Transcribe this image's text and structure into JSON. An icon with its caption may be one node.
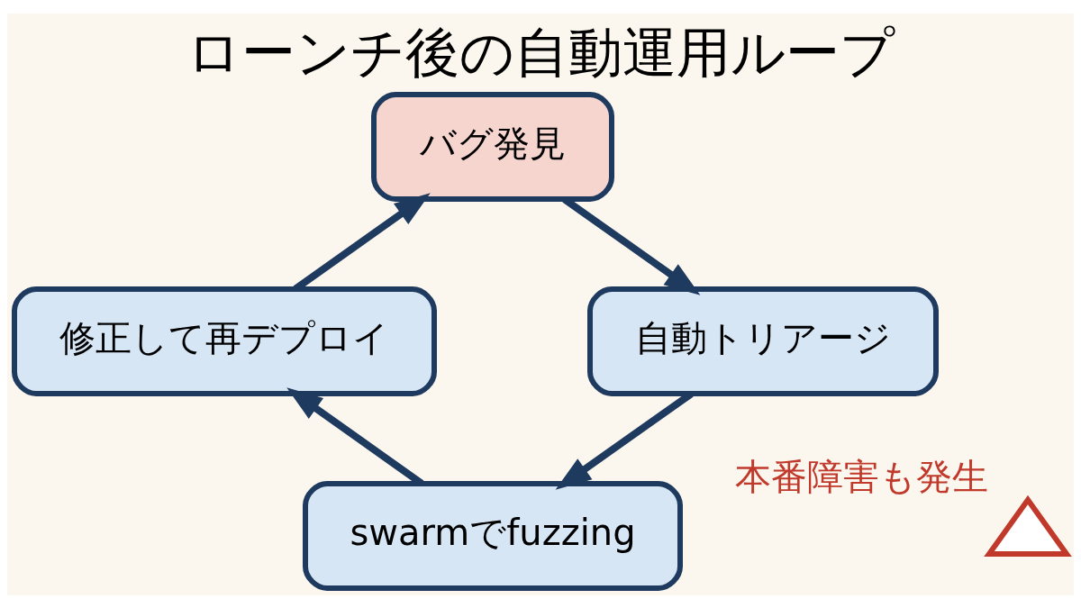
{
  "diagram": {
    "title": "ローンチ後の自動運用ループ",
    "nodes": [
      {
        "text": [
          "バグ発見"
        ]
      },
      {
        "text": [
          "自動トリアージ"
        ]
      },
      {
        "text": [
          "swarmでfuzzing"
        ]
      },
      {
        "text": [
          "修正して再デプロイ"
        ]
      },
      {
        "text": [],
        "shape": "triangle",
        "beside": [
          "本番障害も発生"
        ]
      }
    ],
    "edges": [
      {
        "from": 0,
        "to": 1,
        "arrow": "to"
      },
      {
        "from": 1,
        "to": 2,
        "arrow": "to"
      },
      {
        "from": 2,
        "to": 3,
        "arrow": "to"
      },
      {
        "from": 3,
        "to": 0,
        "arrow": "to"
      }
    ]
  }
}
